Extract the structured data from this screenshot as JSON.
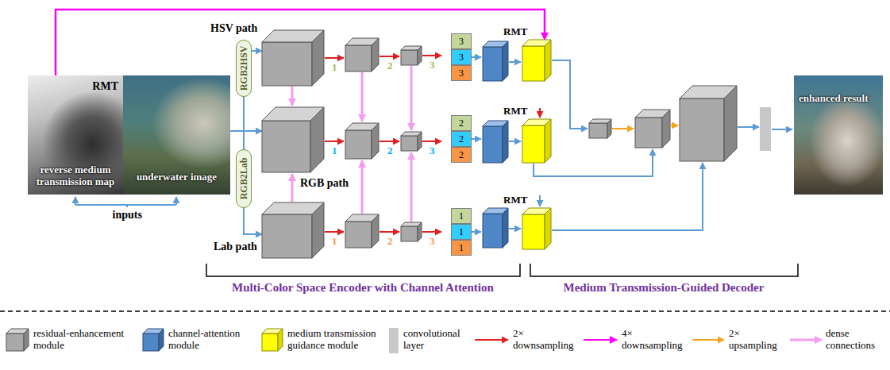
{
  "diagram": {
    "nodes": [
      {
        "text": [
          "RMT",
          "reverse medium transmission map"
        ]
      },
      {
        "text": [
          "underwater image"
        ]
      },
      {
        "text": [
          "RGB2HSV"
        ]
      },
      {
        "text": [
          "RGB2Lab"
        ]
      },
      {
        "text": [
          "HSV path"
        ]
      },
      {
        "text": [
          "RGB path"
        ]
      },
      {
        "text": [
          "Lab path"
        ]
      },
      {
        "text": [
          "3"
        ]
      },
      {
        "text": [
          "3"
        ]
      },
      {
        "text": [
          "3"
        ]
      },
      {
        "text": [
          "2"
        ]
      },
      {
        "text": [
          "2"
        ]
      },
      {
        "text": [
          "2"
        ]
      },
      {
        "text": [
          "1"
        ]
      },
      {
        "text": [
          "1"
        ]
      },
      {
        "text": [
          "1"
        ]
      },
      {
        "text": [
          "RMT"
        ]
      },
      {
        "text": [
          "RMT"
        ]
      },
      {
        "text": [
          "RMT"
        ]
      },
      {
        "text": [
          "enhanced result"
        ]
      }
    ],
    "edges": [
      {
        "from": 1,
        "to": 2,
        "arrow": "none"
      },
      {
        "from": 1,
        "to": 3,
        "arrow": "none"
      },
      {
        "from": 1,
        "to": 5,
        "arrow": "to"
      },
      {
        "from": 2,
        "to": 4,
        "arrow": "to"
      },
      {
        "from": 3,
        "to": 6,
        "arrow": "to"
      },
      {
        "from": 0,
        "to": 16,
        "arrow": "to"
      }
    ],
    "labels": [
      "inputs",
      "1",
      "2",
      "3",
      "1",
      "2",
      "3",
      "1",
      "2",
      "3",
      "Multi-Color Space Encoder with Channel Attention",
      "Medium Transmission-Guided Decoder"
    ],
    "legend": [
      {
        "text": "residual-enhancement module"
      },
      {
        "text": "channel-attention module"
      },
      {
        "text": "medium transmission guidance module"
      },
      {
        "text": "convolutional layer",
        "color": "#c8c8c8"
      },
      {
        "text": "2× downsampling"
      },
      {
        "text": "4× downsampling"
      },
      {
        "text": "2× upsampling"
      },
      {
        "text": "dense connections"
      }
    ]
  }
}
